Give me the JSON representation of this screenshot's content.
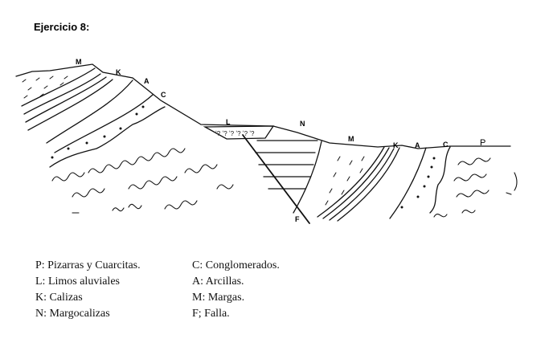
{
  "title": "Ejercicio 8:",
  "diagram_labels": {
    "m_left": "M",
    "k_left": "K",
    "a_left": "A",
    "c_left": "C",
    "l": "L",
    "n": "N",
    "m_right": "M",
    "k_right": "K",
    "a_right": "A",
    "c_right": "C",
    "p": "P",
    "f": "F"
  },
  "legend": {
    "left": [
      "P: Pizarras y Cuarcitas.",
      "L: Limos aluviales",
      "K: Calizas",
      "N: Margocalizas"
    ],
    "right": [
      "C: Conglomerados.",
      "A: Arcillas.",
      "M: Margas.",
      "F; Falla."
    ]
  }
}
